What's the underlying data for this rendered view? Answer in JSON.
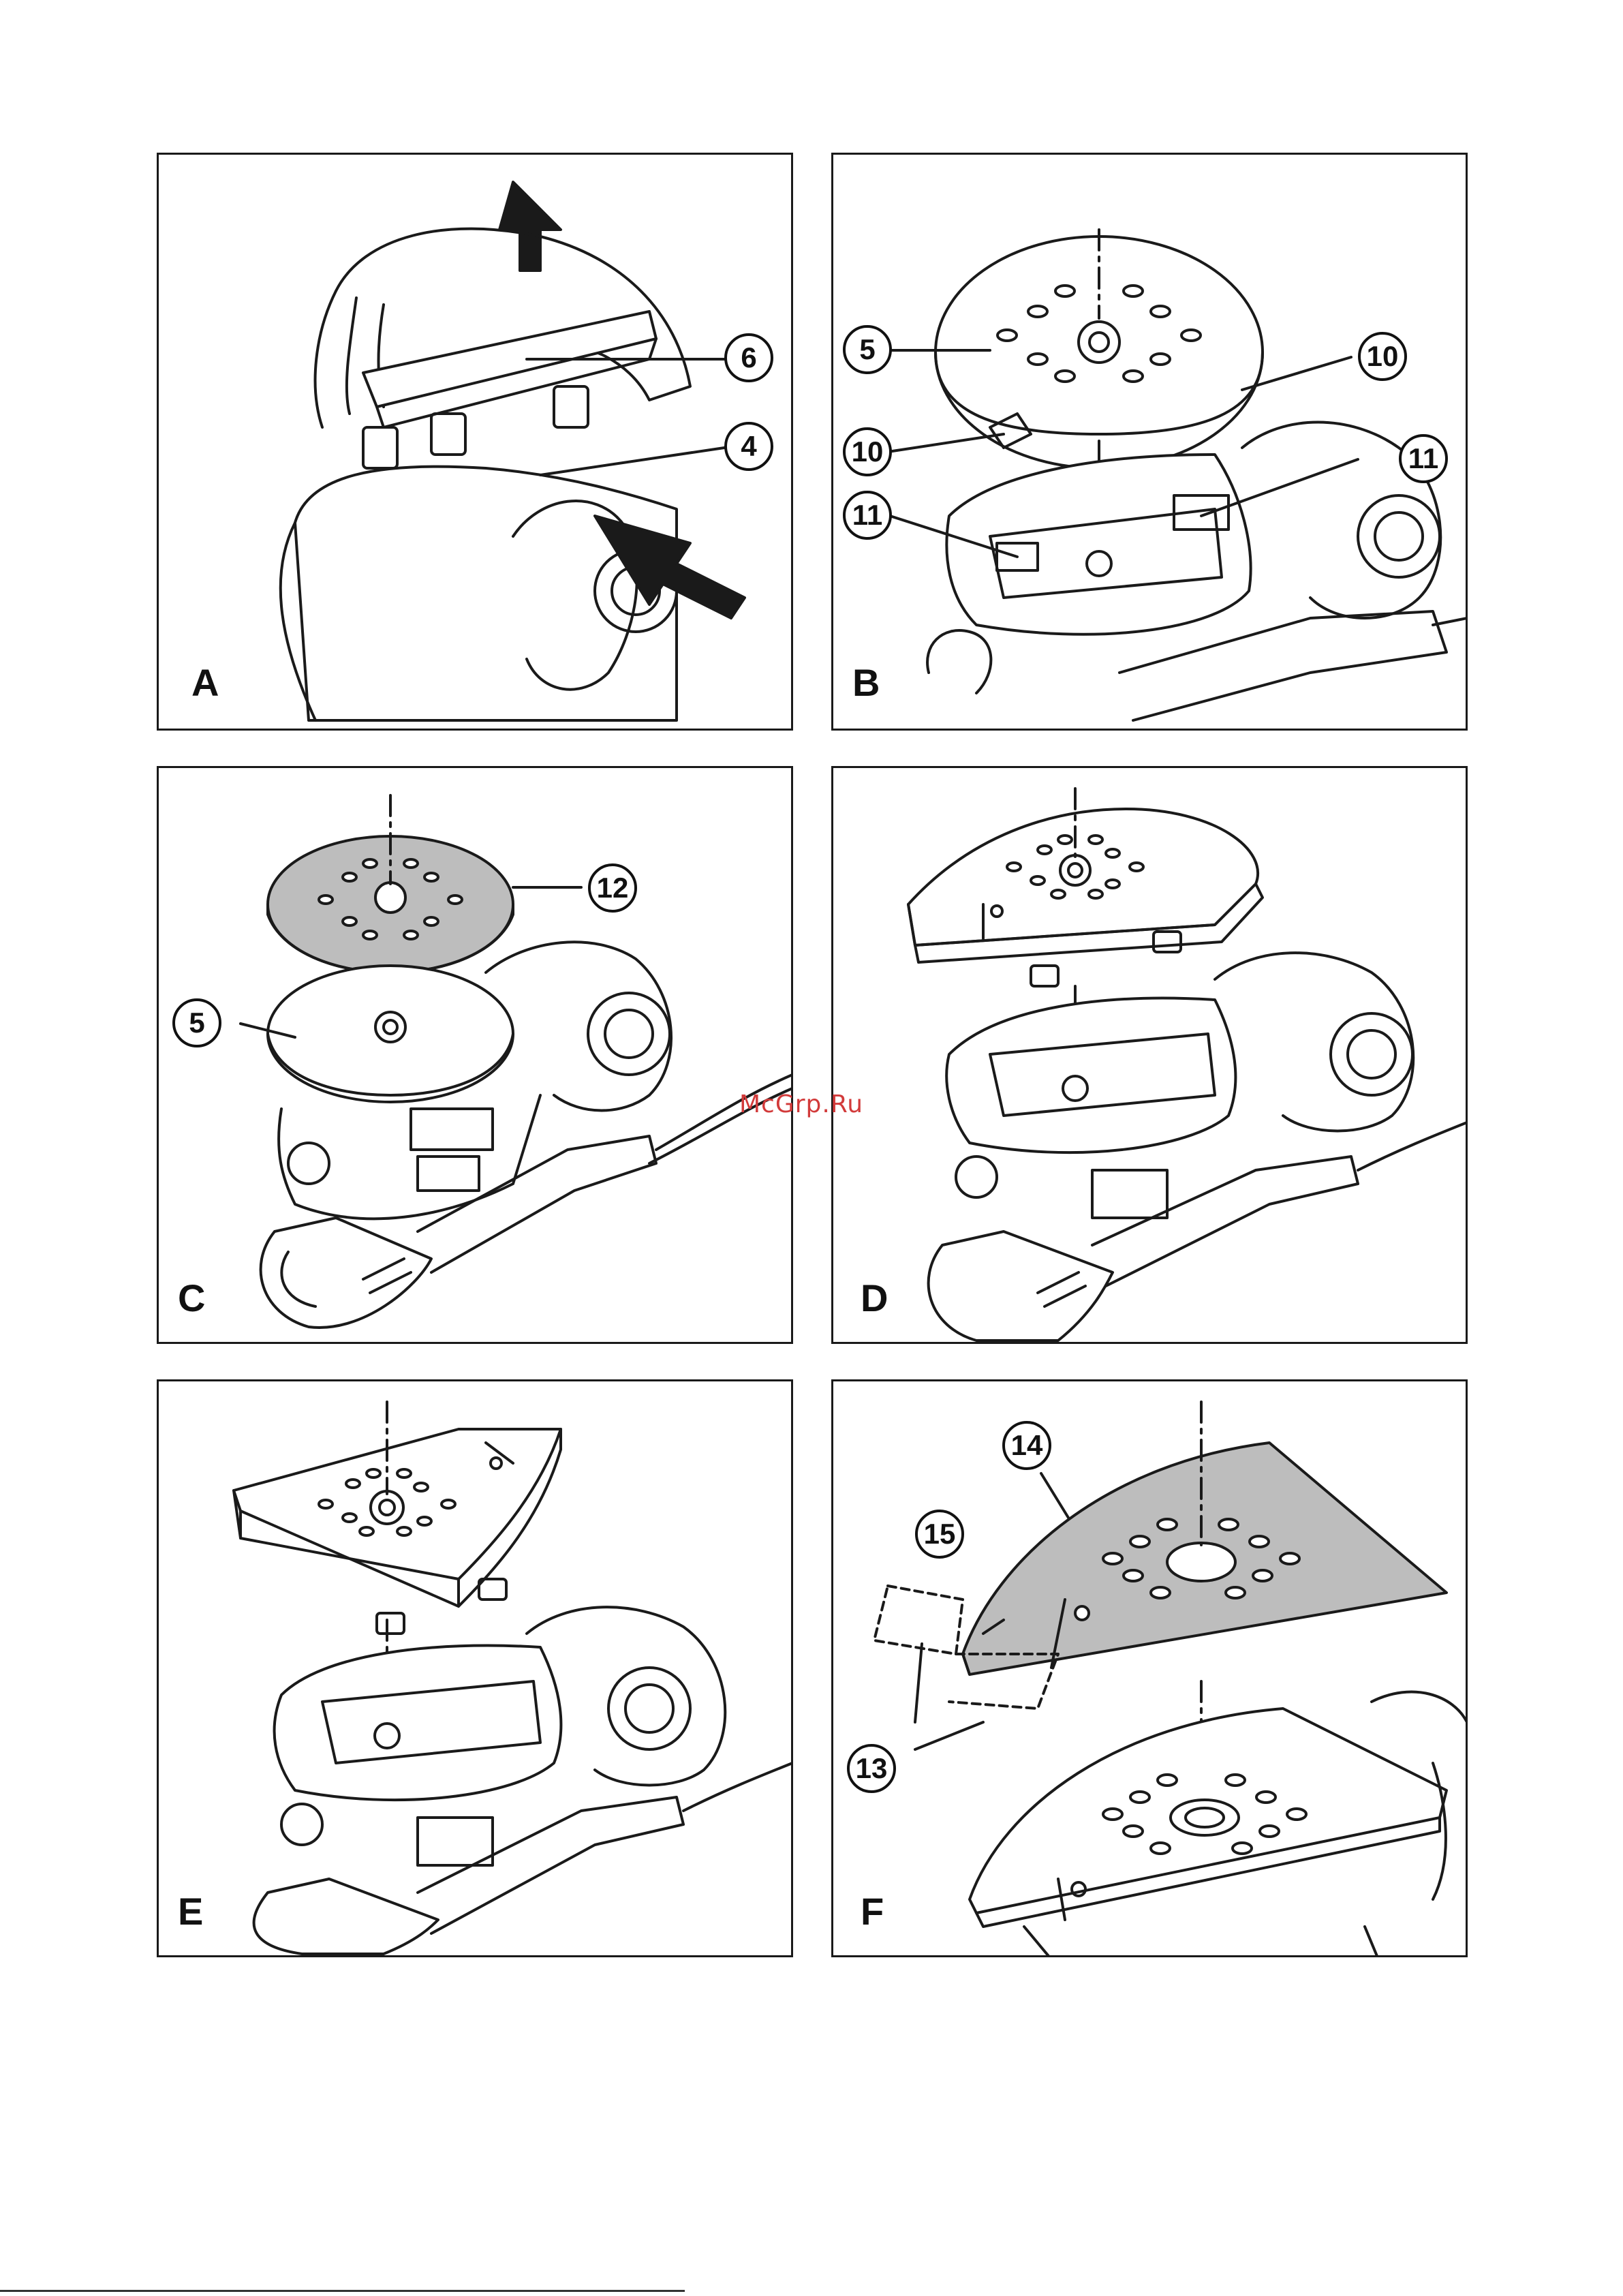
{
  "panels": {
    "A": {
      "letter": "A",
      "callouts": [
        "6",
        "4"
      ]
    },
    "B": {
      "letter": "B",
      "callouts": [
        "5",
        "10",
        "10",
        "11",
        "11"
      ]
    },
    "C": {
      "letter": "C",
      "callouts": [
        "12",
        "5"
      ]
    },
    "D": {
      "letter": "D",
      "callouts": []
    },
    "E": {
      "letter": "E",
      "callouts": []
    },
    "F": {
      "letter": "F",
      "callouts": [
        "14",
        "15",
        "13"
      ]
    }
  },
  "watermark": "McGrp.Ru",
  "colors": {
    "line": "#1a1a1a",
    "paper_grey": "#bdbdbd",
    "watermark": "#d23a3a"
  }
}
